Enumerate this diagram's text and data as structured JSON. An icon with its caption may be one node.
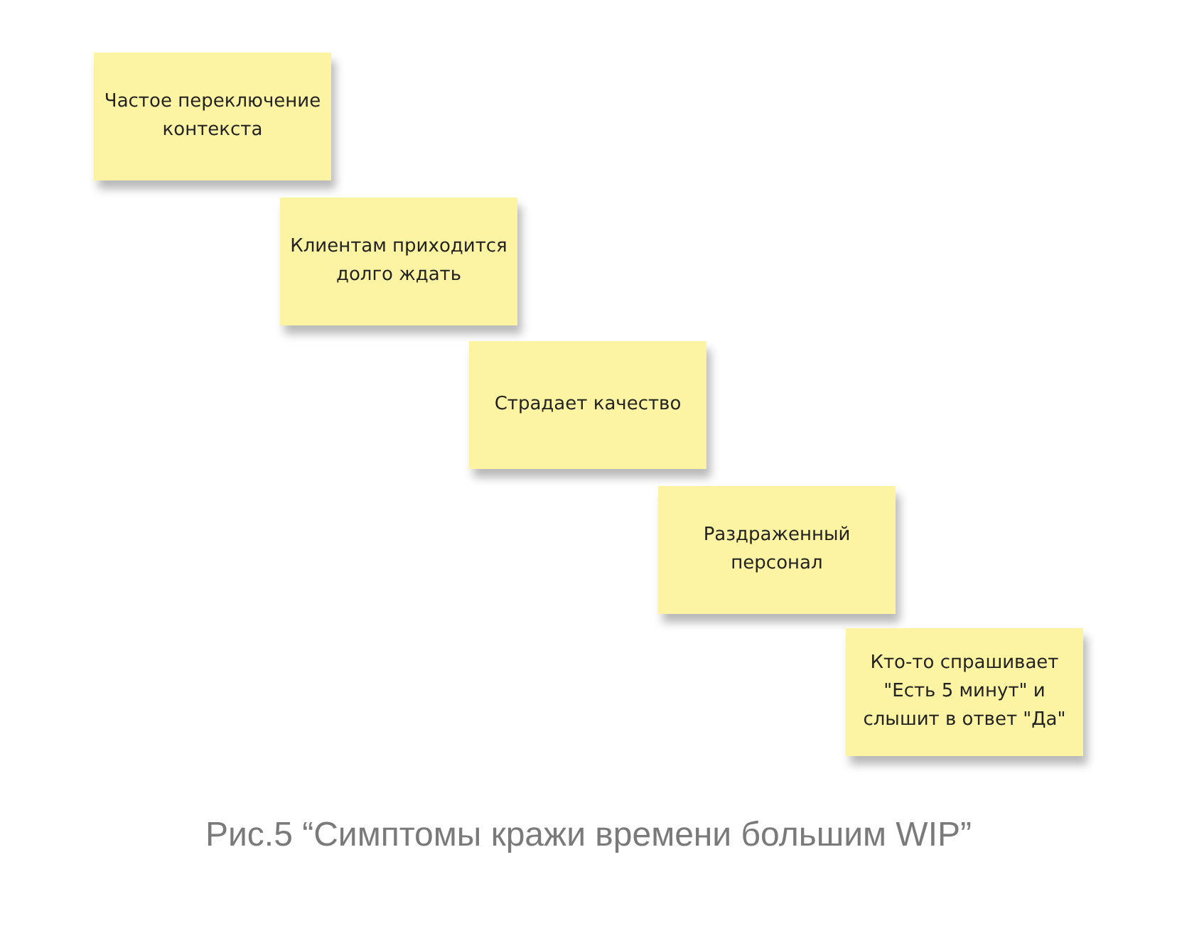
{
  "diagram": {
    "caption": "Рис.5 “Симптомы кражи времени большим WIP”",
    "nodes": [
      {
        "text": [
          "Частое переключение контекста"
        ]
      },
      {
        "text": [
          "Клиентам приходится долго ждать"
        ]
      },
      {
        "text": [
          "Страдает качество"
        ]
      },
      {
        "text": [
          "Раздраженный персонал"
        ]
      },
      {
        "text": [
          "Кто-то спрашивает \"Есть 5 минут\" и слышит в ответ \"Да\""
        ]
      }
    ]
  }
}
